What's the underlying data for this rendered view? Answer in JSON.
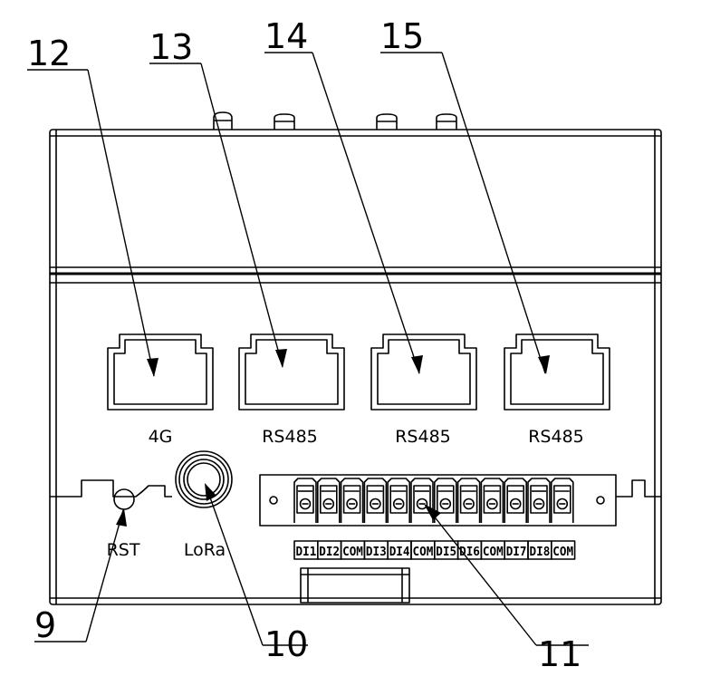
{
  "callouts": {
    "c9": "9",
    "c10": "10",
    "c11": "11",
    "c12": "12",
    "c13": "13",
    "c14": "14",
    "c15": "15"
  },
  "ports": [
    "4G",
    "RS485",
    "RS485",
    "RS485"
  ],
  "labels": {
    "reset": "RST",
    "antenna": "LoRa"
  },
  "terminal_pins": [
    "DI1",
    "DI2",
    "COM",
    "DI3",
    "DI4",
    "COM",
    "DI5",
    "DI6",
    "COM",
    "DI7",
    "DI8",
    "COM"
  ]
}
